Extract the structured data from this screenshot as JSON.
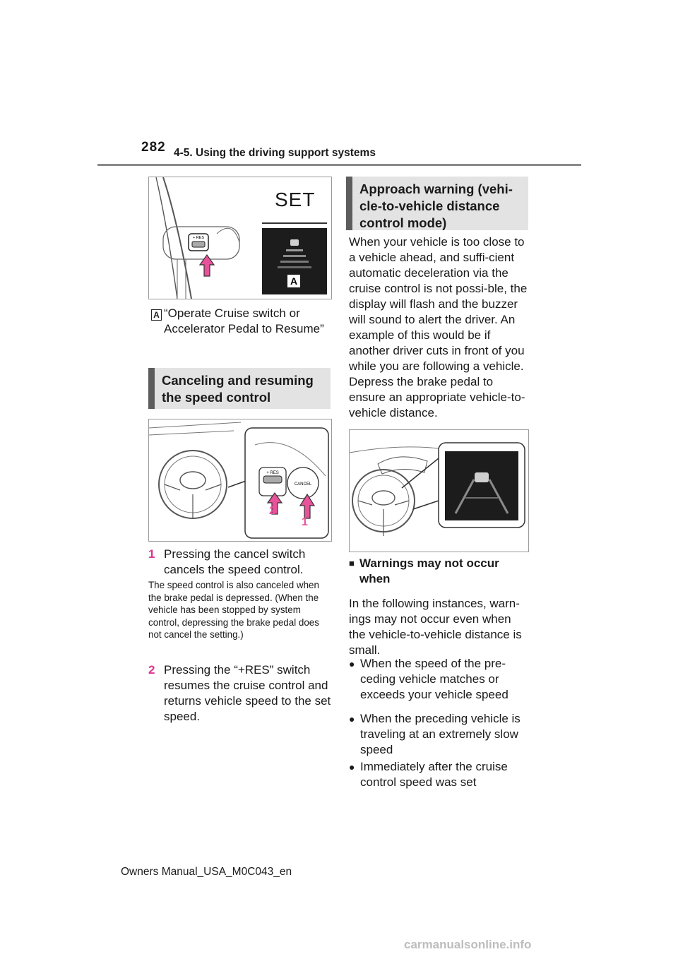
{
  "header": {
    "page_number": "282",
    "section": "4-5. Using the driving support systems"
  },
  "figure1": {
    "display_text": "SET",
    "label": "A",
    "switch_label": "+ RES"
  },
  "caption_a": {
    "label": "A",
    "text": "“Operate Cruise switch or Accelerator Pedal to Resume”"
  },
  "heading_cancel": "Canceling and resuming the speed control",
  "figure2": {
    "switch_label": "+ RES",
    "cancel_label": "CANCEL",
    "callout_1": "1",
    "callout_2": "2"
  },
  "step1": {
    "num": "1",
    "text": "Pressing the cancel switch cancels the speed control."
  },
  "note": "The speed control is also canceled when the brake pedal is depressed. (When the vehicle has been stopped by system control, depressing the brake pedal does not cancel the setting.)",
  "step2": {
    "num": "2",
    "text": "Pressing the “+RES” switch resumes the cruise control and returns vehicle speed to the set speed."
  },
  "heading_approach": "Approach warning (vehi-cle-to-vehicle distance control mode)",
  "approach_text": "When your vehicle is too close to a vehicle ahead, and suffi-cient automatic deceleration via the cruise control is not possi-ble, the display will flash and the buzzer will sound to alert the driver. An example of this would be if another driver cuts in front of you while you are following a vehicle. Depress the brake pedal to ensure an appropriate vehicle-to-vehicle distance.",
  "warnings": {
    "marker": "■",
    "title": "Warnings may not occur when",
    "intro": "In the following instances, warn-ings may not occur even when the vehicle-to-vehicle distance is small.",
    "bullets": [
      "When the speed of the pre-ceding vehicle matches or exceeds your vehicle speed",
      "When the preceding vehicle is traveling at an extremely slow speed",
      "Immediately after the cruise control speed was set"
    ]
  },
  "footer": "Owners Manual_USA_M0C043_en",
  "watermark": "carmanualsonline.info"
}
